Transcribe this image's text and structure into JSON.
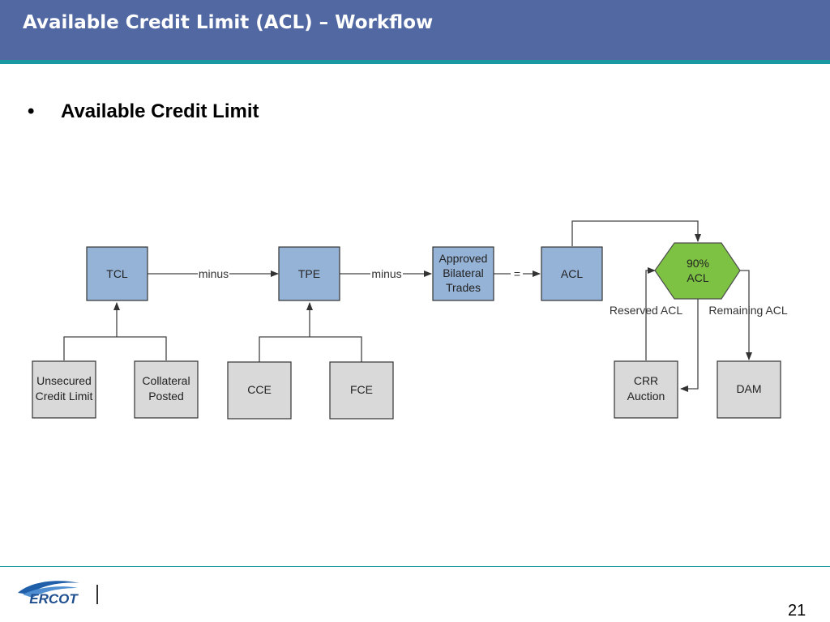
{
  "slide": {
    "title": "Available Credit Limit (ACL) – Workflow",
    "bullet": "Available Credit Limit",
    "page_number": "21"
  },
  "logo": {
    "text": "ERCOT"
  },
  "colors": {
    "header": "#5268a2",
    "accent_stripe": "#199aa0",
    "blue_box": "#95b3d7",
    "gray_box": "#d9d9d9",
    "green_decision": "#7dc242"
  },
  "diagram": {
    "nodes": {
      "tcl": [
        "TCL"
      ],
      "tpe": [
        "TPE"
      ],
      "abt": [
        "Approved",
        "Bilateral",
        "Trades"
      ],
      "acl": [
        "ACL"
      ],
      "acl90": [
        "90%",
        "ACL"
      ],
      "ucl": [
        "Unsecured",
        "Credit Limit"
      ],
      "cp": [
        "Collateral",
        "Posted"
      ],
      "cce": [
        "CCE"
      ],
      "fce": [
        "FCE"
      ],
      "crr": [
        "CRR",
        "Auction"
      ],
      "dam": [
        "DAM"
      ]
    },
    "labels": {
      "minus1": "minus",
      "minus2": "minus",
      "equals": "=",
      "reserved": "Reserved ACL",
      "remaining": "Remaining ACL"
    }
  }
}
